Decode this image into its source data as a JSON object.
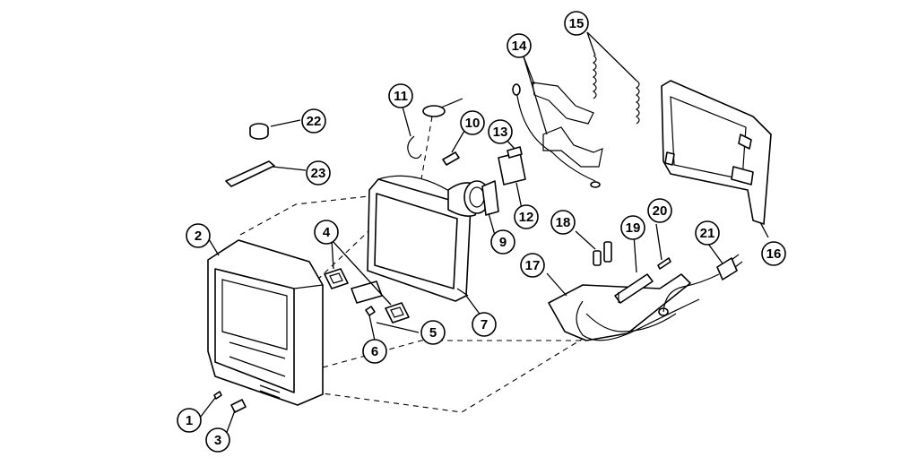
{
  "diagram": {
    "callouts": [
      {
        "id": "1",
        "label": "1"
      },
      {
        "id": "2",
        "label": "2"
      },
      {
        "id": "3",
        "label": "3"
      },
      {
        "id": "4",
        "label": "4"
      },
      {
        "id": "5",
        "label": "5"
      },
      {
        "id": "6",
        "label": "6"
      },
      {
        "id": "7",
        "label": "7"
      },
      {
        "id": "9",
        "label": "9"
      },
      {
        "id": "10",
        "label": "10"
      },
      {
        "id": "11",
        "label": "11"
      },
      {
        "id": "12",
        "label": "12"
      },
      {
        "id": "13",
        "label": "13"
      },
      {
        "id": "14",
        "label": "14"
      },
      {
        "id": "15",
        "label": "15"
      },
      {
        "id": "16",
        "label": "16"
      },
      {
        "id": "17",
        "label": "17"
      },
      {
        "id": "18",
        "label": "18"
      },
      {
        "id": "19",
        "label": "19"
      },
      {
        "id": "20",
        "label": "20"
      },
      {
        "id": "21",
        "label": "21"
      },
      {
        "id": "22",
        "label": "22"
      },
      {
        "id": "23",
        "label": "23"
      }
    ]
  }
}
